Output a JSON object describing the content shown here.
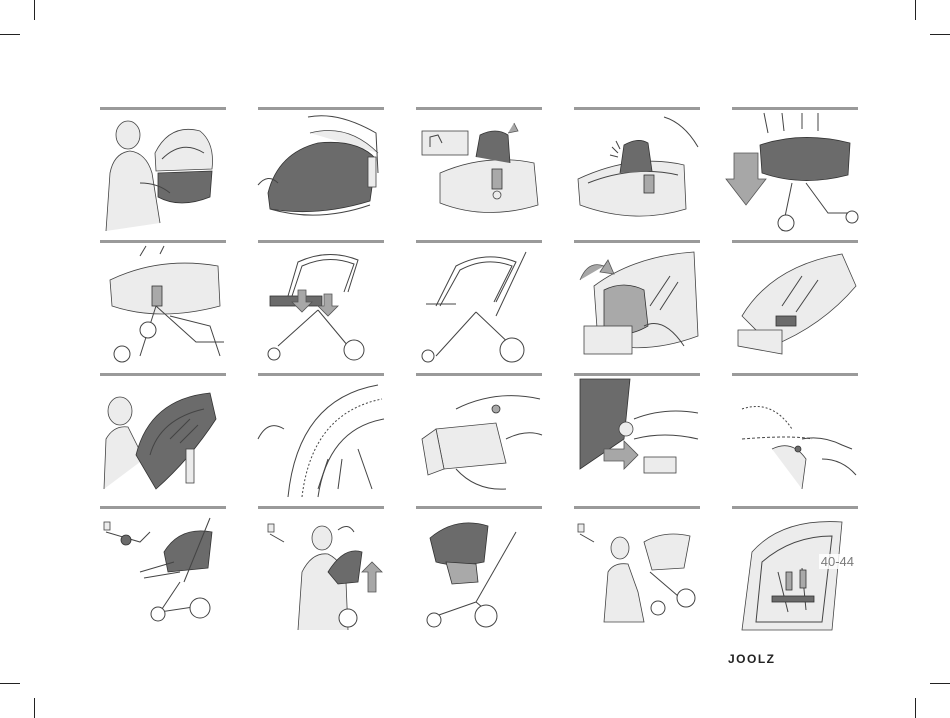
{
  "figure": {
    "reference_label": "40-44",
    "brand": "JOOLZ"
  },
  "panels": [
    {
      "row": 1,
      "col": 1,
      "scene": "man-holding-carrycot"
    },
    {
      "row": 1,
      "col": 2,
      "scene": "carrycot-cover"
    },
    {
      "row": 1,
      "col": 3,
      "scene": "carrycot-handle-detail"
    },
    {
      "row": 1,
      "col": 4,
      "scene": "carrycot-handle-click"
    },
    {
      "row": 1,
      "col": 5,
      "scene": "carrycot-place-on-frame"
    },
    {
      "row": 2,
      "col": 1,
      "scene": "carrycot-release"
    },
    {
      "row": 2,
      "col": 2,
      "scene": "frame-bumper-down"
    },
    {
      "row": 2,
      "col": 3,
      "scene": "frame-only"
    },
    {
      "row": 2,
      "col": 4,
      "scene": "seat-fabric-flip"
    },
    {
      "row": 2,
      "col": 5,
      "scene": "seat-unit"
    },
    {
      "row": 3,
      "col": 1,
      "scene": "man-seat-unit"
    },
    {
      "row": 3,
      "col": 2,
      "scene": "seat-liner-detail"
    },
    {
      "row": 3,
      "col": 3,
      "scene": "footrest-cover"
    },
    {
      "row": 3,
      "col": 4,
      "scene": "seat-side-button"
    },
    {
      "row": 3,
      "col": 5,
      "scene": "harness-zip"
    },
    {
      "row": 4,
      "col": 1,
      "scene": "stroller-recline-lock"
    },
    {
      "row": 4,
      "col": 2,
      "scene": "man-lifting-seat"
    },
    {
      "row": 4,
      "col": 3,
      "scene": "stroller-complete"
    },
    {
      "row": 4,
      "col": 4,
      "scene": "man-kneeling-fold"
    },
    {
      "row": 4,
      "col": 5,
      "scene": "seat-harness-top-view"
    }
  ]
}
